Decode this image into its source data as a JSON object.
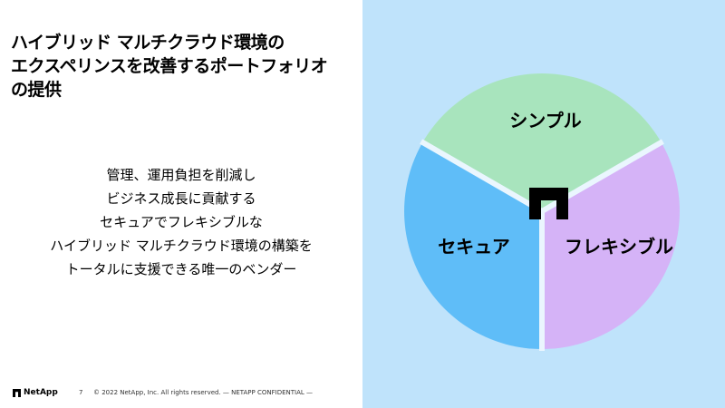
{
  "slide": {
    "title_lines": [
      "ハイブリッド マルチクラウド環境の",
      "エクスペリンスを改善するポートフォリオ",
      "の提供"
    ],
    "description_lines": [
      "管理、運用負担を削減し",
      "ビジネス成長に貢献する",
      "セキュアでフレキシブルな",
      "ハイブリッド マルチクラウド環境の構築を",
      "トータルに支援できる唯一のベンダー"
    ]
  },
  "diagram": {
    "segments": [
      {
        "label": "シンプル",
        "color": "#a8e4bd"
      },
      {
        "label": "フレキシブル",
        "color": "#d5b3f7"
      },
      {
        "label": "セキュア",
        "color": "#5fbdf8"
      }
    ],
    "center_icon": "netapp-logo-icon"
  },
  "footer": {
    "brand": "NetApp",
    "page_number": "7",
    "copyright": "© 2022 NetApp, Inc. All rights reserved. — NETAPP CONFIDENTIAL —"
  },
  "colors": {
    "right_panel_bg": "#bfe3fb",
    "separator": "#eaf6fe"
  }
}
